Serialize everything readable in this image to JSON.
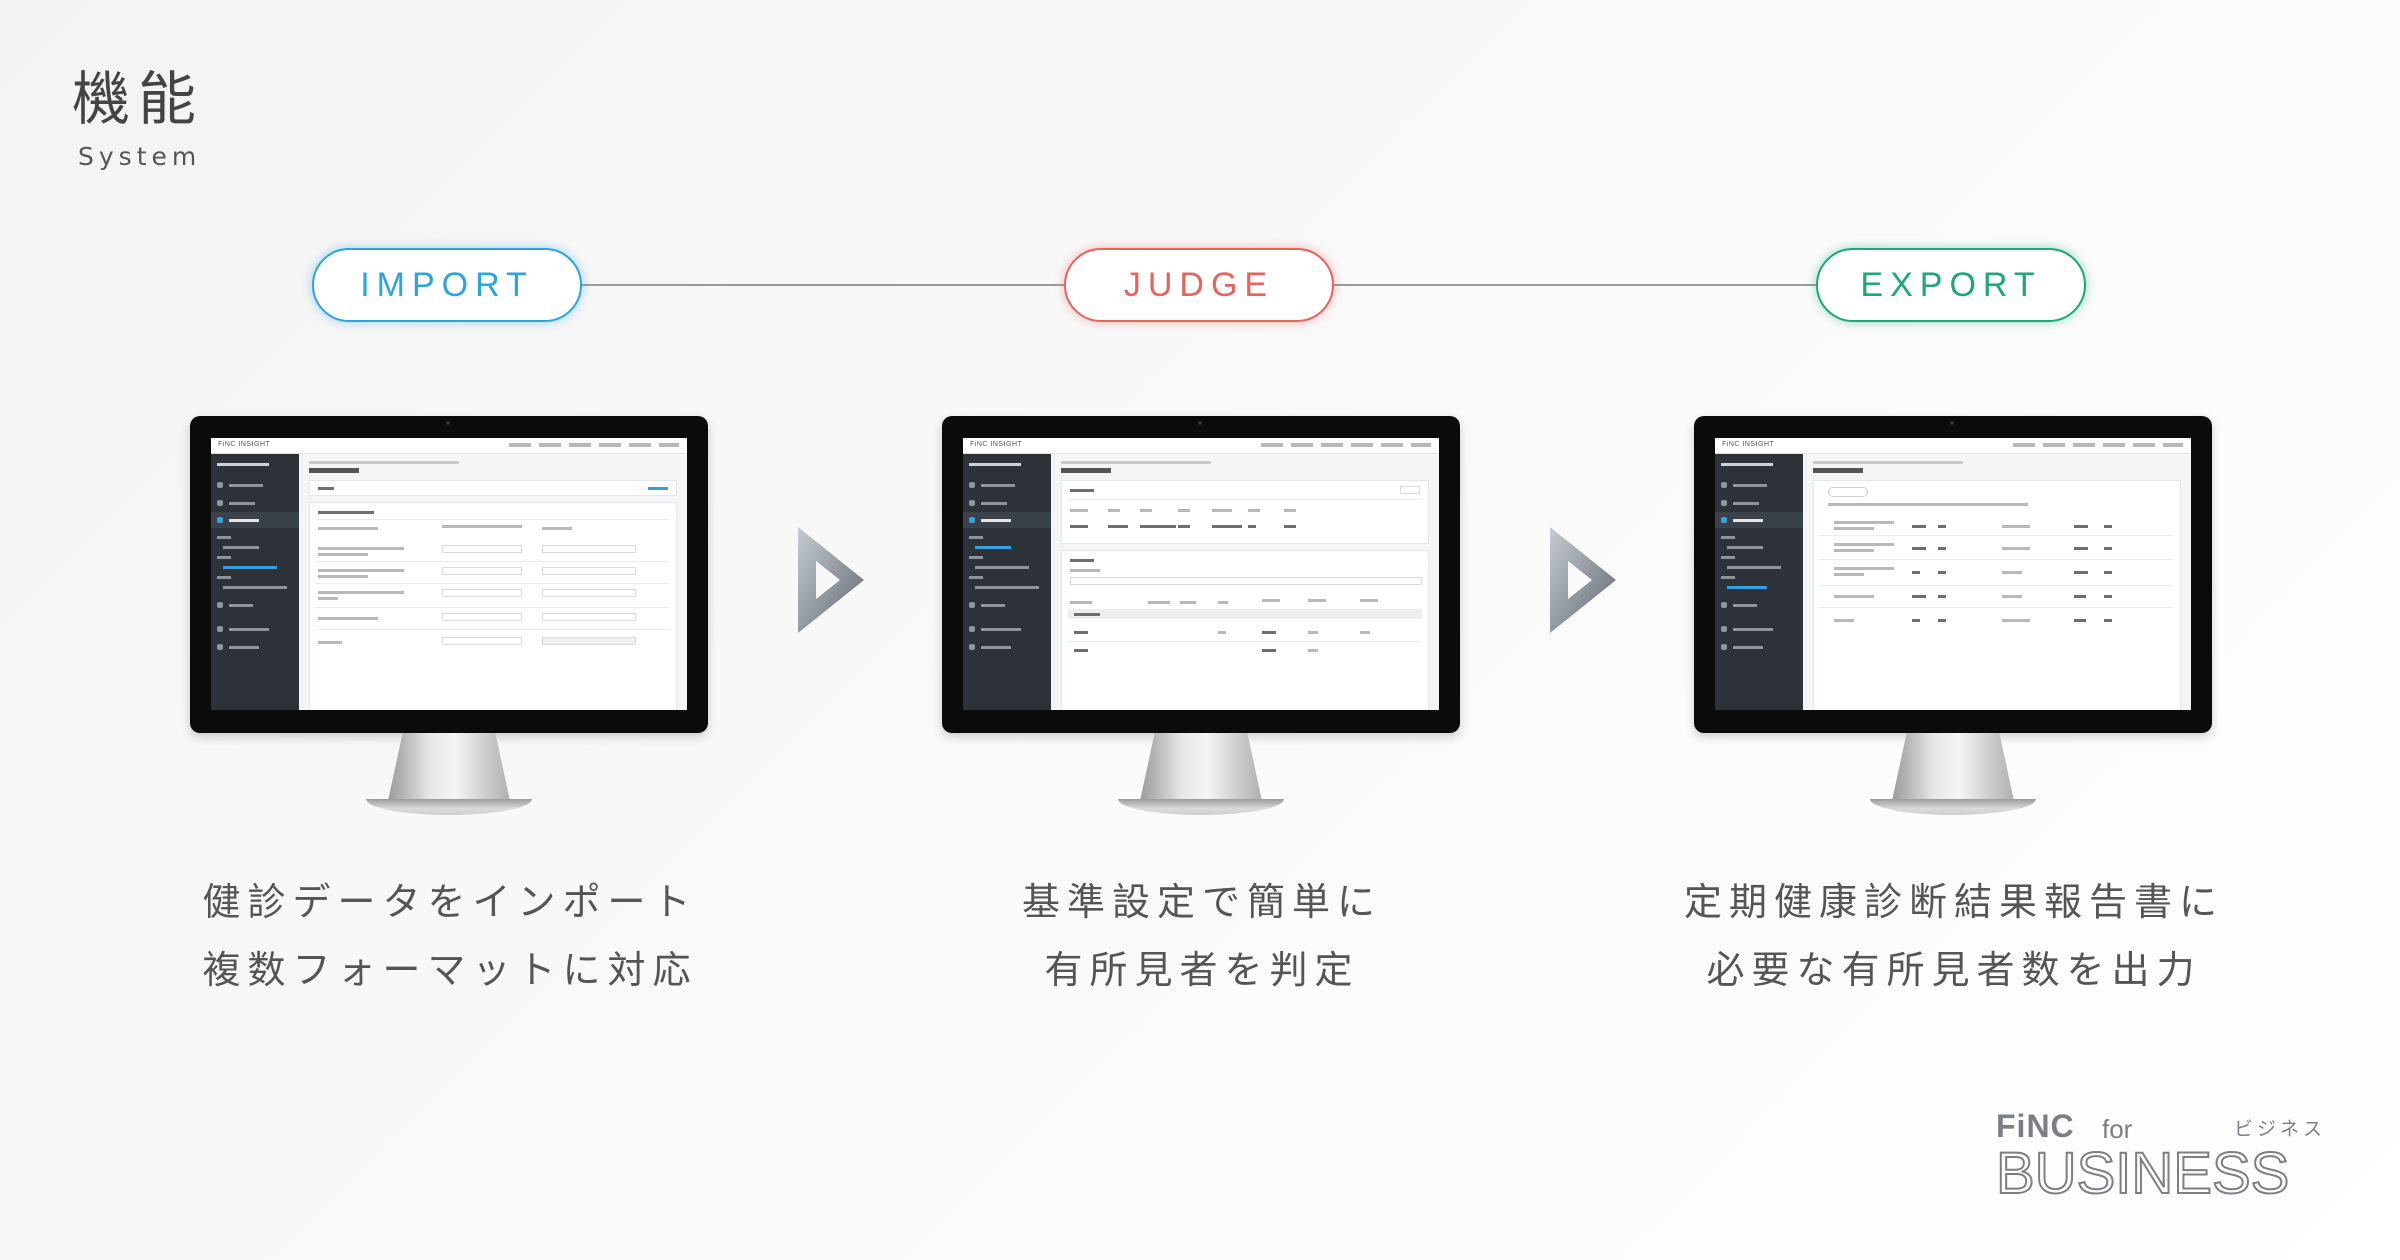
{
  "header": {
    "title": "機能",
    "subtitle": "System"
  },
  "steps": [
    {
      "label": "IMPORT",
      "color": "#2aa5de",
      "description_line1": "健診データをインポート",
      "description_line2": "複数フォーマットに対応"
    },
    {
      "label": "JUDGE",
      "color": "#e8625e",
      "description_line1": "基準設定で簡単に",
      "description_line2": "有所見者を判定"
    },
    {
      "label": "EXPORT",
      "color": "#1ea67d",
      "description_line1": "定期健康診断結果報告書に",
      "description_line2": "必要な有所見者数を出力"
    }
  ],
  "screen_mock": {
    "logo": "FiNC INSIGHT"
  },
  "brand": {
    "name": "FiNC",
    "for": "for",
    "kana": "ビジネス",
    "business": "BUSINESS"
  },
  "icons": {
    "arrow": "triangle-right-icon"
  }
}
